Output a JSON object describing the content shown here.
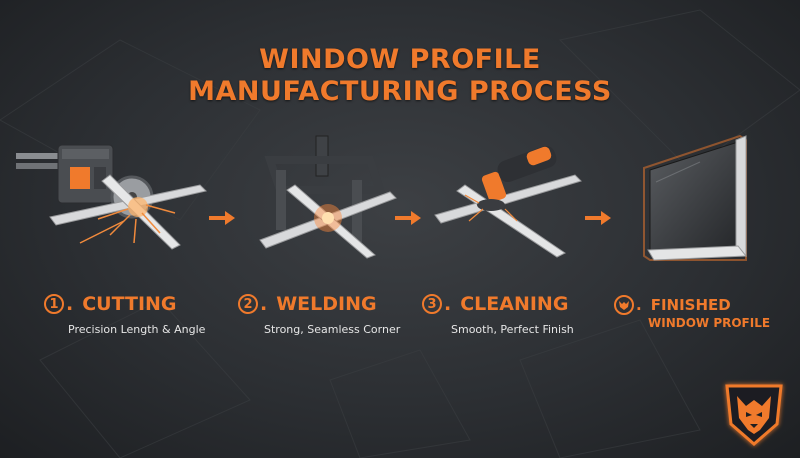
{
  "title": {
    "line1": "WINDOW PROFILE",
    "line2": "MANUFACTURING PROCESS"
  },
  "steps": [
    {
      "number": "1",
      "label": "CUTTING",
      "description": "Precision Length & Angle",
      "icon": "saw-cutting-illustration"
    },
    {
      "number": "2",
      "label": "WELDING",
      "description": "Strong, Seamless Corner",
      "icon": "welding-illustration"
    },
    {
      "number": "3",
      "label": "CLEANING",
      "description": "Smooth, Perfect Finish",
      "icon": "cleaning-illustration"
    }
  ],
  "final": {
    "label": "FINISHED",
    "sublabel": "WINDOW PROFILE",
    "icon": "wolf-emblem-icon"
  },
  "colors": {
    "accent": "#f07a2c",
    "background": "#2c2f33",
    "text": "#e6e6e6"
  }
}
